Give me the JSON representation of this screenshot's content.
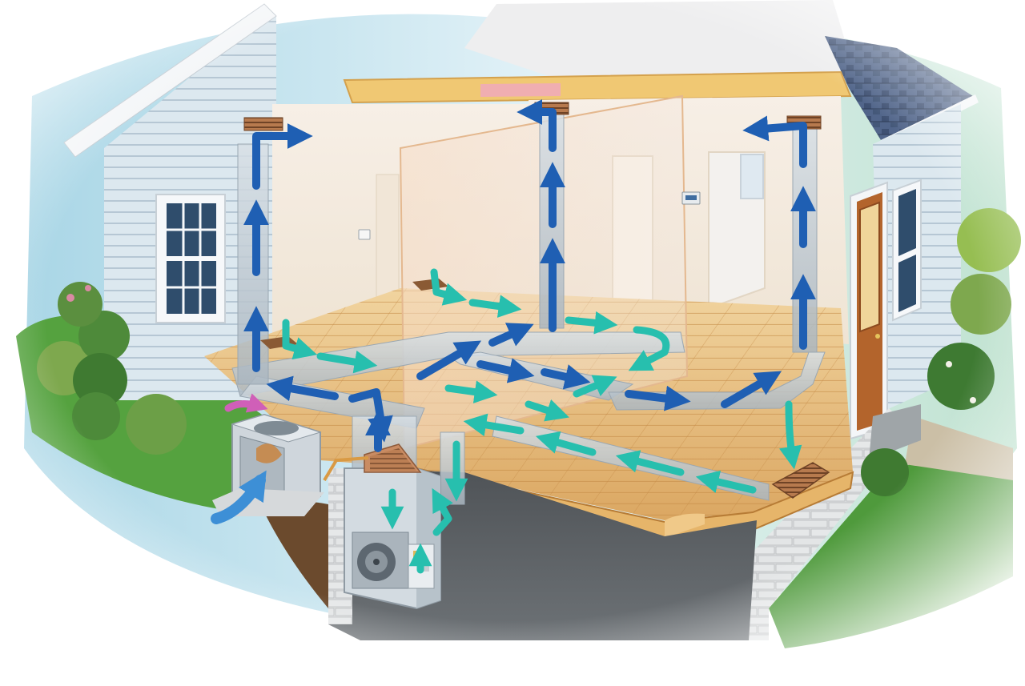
{
  "colors": {
    "background": "#ffffff",
    "sky": "#bfe3ee",
    "lawn": "#4f9a3c",
    "siding": "#dbe7ee",
    "siding_line": "#b3c5d2",
    "roof_shingles": "#4b5e7e",
    "roof_trim": "#f4f6f8",
    "interior_wall": "#f3ece2",
    "floor_wood": "#e3b46f",
    "floor_edge": "#c98e45",
    "duct_metal": "#c4ced7",
    "basement_floor": "#5e6367",
    "foundation": "#d8dadb",
    "door": "#b3642c",
    "warm_air_flow": "#1f5fb3",
    "cool_return_flow": "#27bfae",
    "outdoor_intake_flow": "#3d8fd6",
    "exhaust_flow": "#d05fb8"
  },
  "icons": {
    "supply_register": "vent-grille-icon",
    "return_grille": "floor-return-grille-icon",
    "thermostat": "thermostat-icon",
    "outdoor_unit": "condenser-unit-icon",
    "furnace": "furnace-icon",
    "blower": "blower-fan-icon",
    "coil": "evaporator-coil-icon"
  },
  "components": {
    "supply_registers": 3,
    "floor_registers": 2,
    "thermostats": 2,
    "return_grilles": 1
  }
}
